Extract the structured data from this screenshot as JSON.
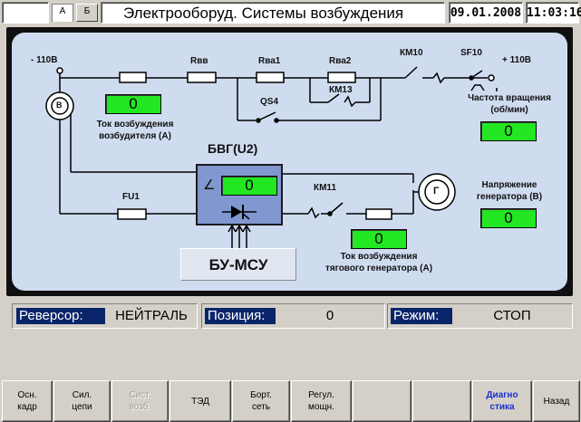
{
  "header": {
    "tab_a": "А",
    "tab_b": "Б",
    "title": "Электрооборуд. Системы возбуждения",
    "date": "09.01.2008",
    "time": "11:03:16"
  },
  "scheme": {
    "labels": {
      "minus_110": "- 110В",
      "plus_110": "+ 110В",
      "rvv": "Rвв",
      "rva1": "Rва1",
      "rva2": "Rва2",
      "km10": "КМ10",
      "sf10": "SF10",
      "km13": "КМ13",
      "qs4": "QS4",
      "fu1": "FU1",
      "km11": "КМ11",
      "bvg": "БВГ(U2)",
      "bumsu": "БУ-МСУ",
      "exciter_symbol": "В",
      "generator_symbol": "Г",
      "angle_symbol": "∠"
    },
    "readouts": {
      "exciter_current_label": "Ток возбуждения\nвозбудителя (А)",
      "exciter_current_value": "0",
      "rotation_label": "Частота вращения\n(об/мин)",
      "rotation_value": "0",
      "voltage_label": "Напряжение\nгенератора (В)",
      "voltage_value": "0",
      "bvg_angle_value": "0",
      "traction_current_label": "Ток возбуждения\nтягового генератора (А)",
      "traction_current_value": "0"
    }
  },
  "status": {
    "reverser_label": "Реверсор:",
    "reverser_value": "НЕЙТРАЛЬ",
    "position_label": "Позиция:",
    "position_value": "0",
    "mode_label": "Режим:",
    "mode_value": "СТОП"
  },
  "fkeys": [
    {
      "label": "Осн.\nкадр"
    },
    {
      "label": "Сил.\nцепи"
    },
    {
      "label": "Сист.\nвозб."
    },
    {
      "label": "ТЭД"
    },
    {
      "label": "Борт.\nсеть"
    },
    {
      "label": "Регул.\nмощн."
    },
    {
      "label": ""
    },
    {
      "label": ""
    },
    {
      "label": "Диагно\nстика"
    },
    {
      "label": "Назад"
    }
  ],
  "colors": {
    "display_green": "#22e722",
    "panel_bg": "#cfdcf0",
    "bvg_block": "#8097d0",
    "status_label_bg": "#0a246a",
    "accent_key": "#1a2fd0"
  }
}
